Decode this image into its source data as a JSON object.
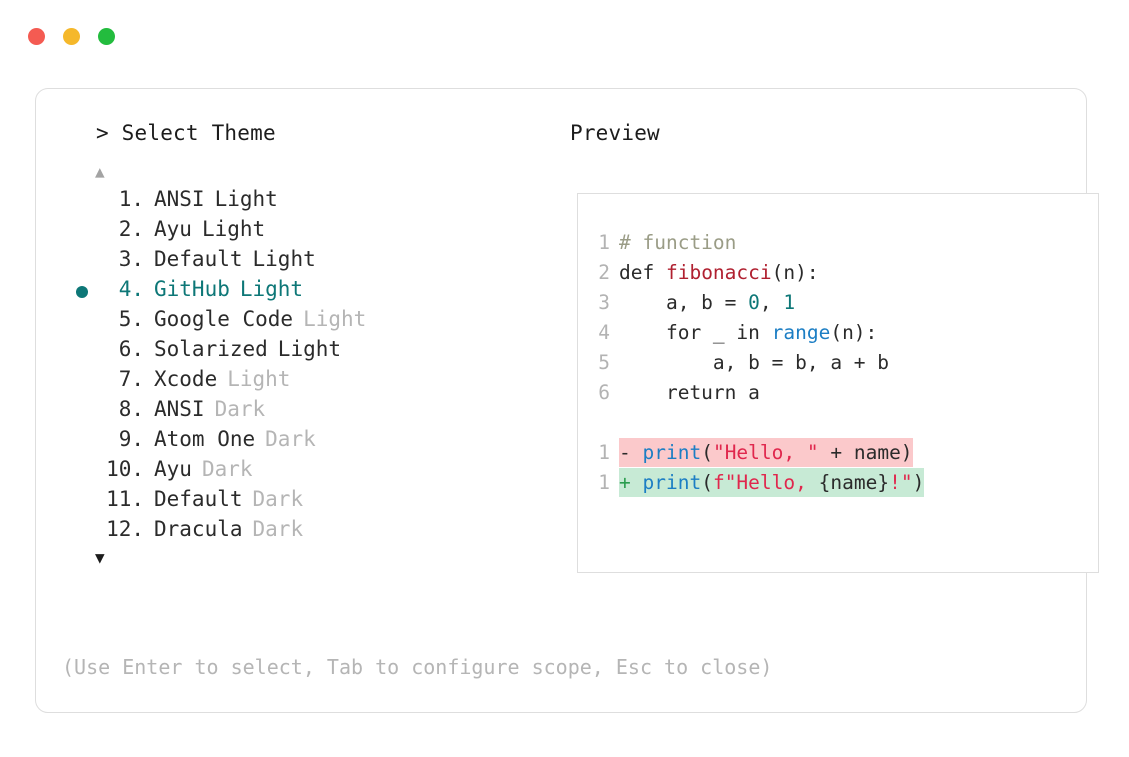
{
  "window": {
    "dots": [
      {
        "name": "close-dot",
        "color": "#f45b52"
      },
      {
        "name": "minimize-dot",
        "color": "#f5b82b"
      },
      {
        "name": "maximize-dot",
        "color": "#23bc3e"
      }
    ]
  },
  "prompt": {
    "marker": ">",
    "title": "Select Theme",
    "title_full": "> Select Theme",
    "scroll_up": "▲",
    "scroll_down": "▼",
    "selected_index": 4,
    "accent": "#0d7777"
  },
  "themes": [
    {
      "index": "1.",
      "name": "ANSI",
      "variant": "Light",
      "variant_dim": false,
      "selected": false
    },
    {
      "index": "2.",
      "name": "Ayu",
      "variant": "Light",
      "variant_dim": false,
      "selected": false
    },
    {
      "index": "3.",
      "name": "Default",
      "variant": "Light",
      "variant_dim": false,
      "selected": false
    },
    {
      "index": "4.",
      "name": "GitHub",
      "variant": "Light",
      "variant_dim": false,
      "selected": true
    },
    {
      "index": "5.",
      "name": "Google Code",
      "variant": "Light",
      "variant_dim": true,
      "selected": false
    },
    {
      "index": "6.",
      "name": "Solarized",
      "variant": "Light",
      "variant_dim": false,
      "selected": false
    },
    {
      "index": "7.",
      "name": "Xcode",
      "variant": "Light",
      "variant_dim": true,
      "selected": false
    },
    {
      "index": "8.",
      "name": "ANSI",
      "variant": "Dark",
      "variant_dim": true,
      "selected": false
    },
    {
      "index": "9.",
      "name": "Atom One",
      "variant": "Dark",
      "variant_dim": true,
      "selected": false
    },
    {
      "index": "10.",
      "name": "Ayu",
      "variant": "Dark",
      "variant_dim": true,
      "selected": false
    },
    {
      "index": "11.",
      "name": "Default",
      "variant": "Dark",
      "variant_dim": true,
      "selected": false
    },
    {
      "index": "12.",
      "name": "Dracula",
      "variant": "Dark",
      "variant_dim": true,
      "selected": false
    }
  ],
  "preview": {
    "title": "Preview",
    "code_lines": [
      {
        "ln": "1",
        "tokens": [
          {
            "t": "# function",
            "c": "comment"
          }
        ]
      },
      {
        "ln": "2",
        "tokens": [
          {
            "t": "def ",
            "c": "kw"
          },
          {
            "t": "fibonacci",
            "c": "fnname"
          },
          {
            "t": "(n):",
            "c": "punc"
          }
        ]
      },
      {
        "ln": "3",
        "tokens": [
          {
            "t": "    a, b = ",
            "c": "plain"
          },
          {
            "t": "0",
            "c": "num"
          },
          {
            "t": ", ",
            "c": "plain"
          },
          {
            "t": "1",
            "c": "num"
          }
        ]
      },
      {
        "ln": "4",
        "tokens": [
          {
            "t": "    for _ in ",
            "c": "plain"
          },
          {
            "t": "range",
            "c": "builtin"
          },
          {
            "t": "(n):",
            "c": "punc"
          }
        ]
      },
      {
        "ln": "5",
        "tokens": [
          {
            "t": "        a, b = b, a + b",
            "c": "plain"
          }
        ]
      },
      {
        "ln": "6",
        "tokens": [
          {
            "t": "    return a",
            "c": "plain"
          }
        ]
      }
    ],
    "diff_lines": [
      {
        "ln": "1",
        "kind": "del",
        "bg": "#fbc9cb",
        "marker": "-",
        "tokens": [
          {
            "t": "print",
            "c": "builtin"
          },
          {
            "t": "(",
            "c": "punc"
          },
          {
            "t": "\"Hello, \"",
            "c": "str"
          },
          {
            "t": " + name)",
            "c": "plain"
          }
        ]
      },
      {
        "ln": "1",
        "kind": "add",
        "bg": "#c7ead5",
        "marker": "+",
        "tokens": [
          {
            "t": "print",
            "c": "builtin"
          },
          {
            "t": "(",
            "c": "punc"
          },
          {
            "t": "f\"Hello, ",
            "c": "str"
          },
          {
            "t": "{name}",
            "c": "plain"
          },
          {
            "t": "!\"",
            "c": "str"
          },
          {
            "t": ")",
            "c": "punc"
          }
        ]
      }
    ]
  },
  "footer": {
    "hint": "(Use Enter to select, Tab to configure scope, Esc to close)"
  }
}
